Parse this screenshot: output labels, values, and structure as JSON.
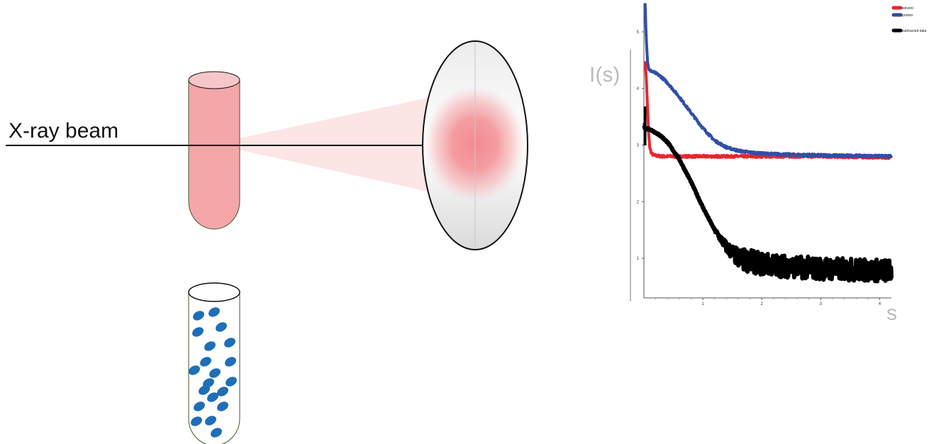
{
  "beam_label": "X-ray beam",
  "colors": {
    "sample_fill": "#f4a6a8",
    "sample_stroke": "#3d5a2a",
    "particle": "#1e6eb8",
    "solvent": "#e8262e",
    "protein": "#2f4fa8",
    "subtracted": "#000000",
    "axis_title": "#bbbbbb"
  },
  "chart_data": {
    "type": "line",
    "xlabel": "s",
    "ylabel": "I(s)",
    "xlim": [
      0,
      4.2
    ],
    "ylim": [
      0.3,
      5.5
    ],
    "x_ticks": [
      "1",
      "2",
      "3",
      "4"
    ],
    "y_ticks": [
      "1",
      "2",
      "3",
      "4",
      "5"
    ],
    "legend_position": "top-right",
    "series": [
      {
        "name": "solvent",
        "color": "#e8262e",
        "noise": 0.02,
        "x": [
          0.02,
          0.04,
          0.06,
          0.08,
          0.1,
          0.13,
          0.17,
          0.22,
          0.3,
          0.5,
          1.0,
          2.0,
          3.0,
          4.2
        ],
        "y": [
          4.5,
          4.2,
          3.7,
          3.2,
          2.95,
          2.85,
          2.82,
          2.81,
          2.8,
          2.8,
          2.8,
          2.8,
          2.8,
          2.78
        ]
      },
      {
        "name": "protein",
        "color": "#2f4fa8",
        "noise": 0.02,
        "x": [
          0.02,
          0.04,
          0.06,
          0.08,
          0.1,
          0.2,
          0.3,
          0.4,
          0.6,
          0.8,
          1.0,
          1.2,
          1.4,
          1.6,
          1.8,
          2.0,
          2.5,
          3.0,
          4.2
        ],
        "y": [
          5.5,
          4.9,
          4.5,
          4.35,
          4.32,
          4.27,
          4.2,
          4.1,
          3.85,
          3.57,
          3.3,
          3.08,
          2.96,
          2.9,
          2.87,
          2.85,
          2.83,
          2.82,
          2.8
        ]
      },
      {
        "name": "subtracted data",
        "color": "#000000",
        "noise_start": 1.2,
        "noise_end": 0.2,
        "x": [
          0.0,
          0.02,
          0.04,
          0.06,
          0.1,
          0.2,
          0.3,
          0.4,
          0.6,
          0.8,
          1.0,
          1.2,
          1.4,
          1.6,
          1.8,
          2.0,
          2.5,
          3.0,
          3.5,
          4.2
        ],
        "y": [
          3.35,
          3.3,
          3.28,
          3.29,
          3.28,
          3.22,
          3.15,
          3.05,
          2.75,
          2.35,
          1.9,
          1.5,
          1.2,
          1.0,
          0.95,
          0.9,
          0.85,
          0.82,
          0.8,
          0.78
        ]
      }
    ]
  }
}
